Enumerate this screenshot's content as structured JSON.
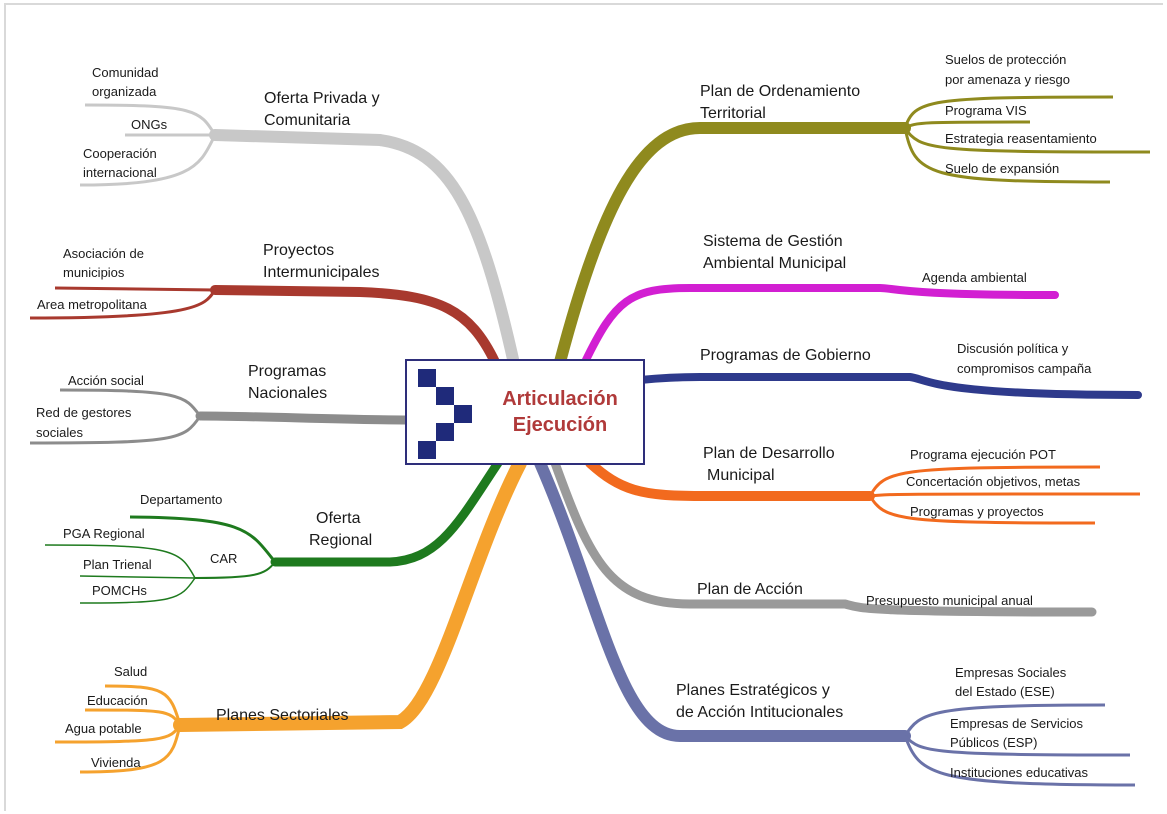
{
  "center": {
    "line1": "Articulación",
    "line2": "Ejecución",
    "icon": "stepped-arrow-logo-icon",
    "text_color": "#b03a3a",
    "icon_color": "#1f2a7a"
  },
  "branches": {
    "oferta_privada": {
      "color": "#c8c8c8",
      "title": [
        "Oferta Privada y",
        "Comunitaria"
      ],
      "items": [
        [
          "Comunidad",
          "organizada"
        ],
        [
          "ONGs"
        ],
        [
          "Cooperación",
          "internacional"
        ]
      ]
    },
    "proyectos_intermunicipales": {
      "color": "#a8392e",
      "title": [
        "Proyectos",
        "Intermunicipales"
      ],
      "items": [
        [
          "Asociación de",
          "municipios"
        ],
        [
          "Area metropolitana"
        ]
      ]
    },
    "programas_nacionales": {
      "color": "#8c8c8c",
      "title": [
        "Programas",
        "Nacionales"
      ],
      "items": [
        [
          "Acción social"
        ],
        [
          "Red de gestores",
          "sociales"
        ]
      ]
    },
    "oferta_regional": {
      "color": "#1e7a1e",
      "title": [
        "Oferta",
        "Regional"
      ],
      "sub": "CAR",
      "items": [
        [
          "Departamento"
        ],
        [
          "PGA Regional"
        ],
        [
          "Plan Trienal"
        ],
        [
          "POMCHs"
        ]
      ]
    },
    "planes_sectoriales": {
      "color": "#f5a22e",
      "title": [
        "Planes Sectoriales"
      ],
      "items": [
        [
          "Salud"
        ],
        [
          "Educación"
        ],
        [
          "Agua potable"
        ],
        [
          "Vivienda"
        ]
      ]
    },
    "plan_ordenamiento": {
      "color": "#8f8a1e",
      "title": [
        "Plan de Ordenamiento",
        "Territorial"
      ],
      "items": [
        [
          "Suelos de protección",
          "por amenaza y riesgo"
        ],
        [
          "Programa VIS"
        ],
        [
          "Estrategia reasentamiento"
        ],
        [
          "Suelo de expansión"
        ]
      ]
    },
    "gestion_ambiental": {
      "color": "#d21fd2",
      "title": [
        "Sistema de Gestión",
        "Ambiental Municipal"
      ],
      "items": [
        [
          "Agenda ambiental"
        ]
      ]
    },
    "programas_gobierno": {
      "color": "#2e3a8c",
      "title": [
        "Programas de Gobierno"
      ],
      "items": [
        [
          "Discusión política y",
          "compromisos campaña"
        ]
      ]
    },
    "plan_desarrollo": {
      "color": "#f26a1e",
      "title": [
        "Plan de Desarrollo",
        "Municipal"
      ],
      "items": [
        [
          "Programa ejecución POT"
        ],
        [
          "Concertación objetivos, metas"
        ],
        [
          "Programas y proyectos"
        ]
      ]
    },
    "plan_accion": {
      "color": "#9a9a9a",
      "title": [
        "Plan de Acción"
      ],
      "items": [
        [
          "Presupuesto municipal anual"
        ]
      ]
    },
    "planes_estrategicos": {
      "color": "#6a72a8",
      "title": [
        "Planes Estratégicos y",
        "de Acción Intitucionales"
      ],
      "items": [
        [
          "Empresas Sociales",
          "del Estado (ESE)"
        ],
        [
          "Empresas de Servicios",
          "Públicos (ESP)"
        ],
        [
          "Instituciones educativas"
        ]
      ]
    }
  }
}
